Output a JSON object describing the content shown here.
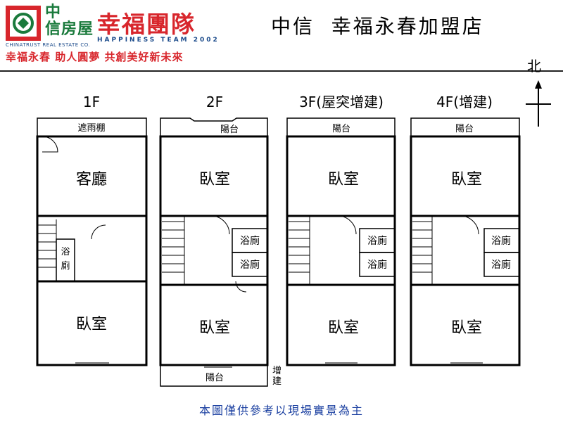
{
  "header": {
    "brand_cn": "中\n信房屋",
    "brand_en": "CHINATRUST REAL ESTATE CO.",
    "team_cn": "幸福團隊",
    "team_en": "HAPPINESS TEAM 2002",
    "slogan": "幸福永春 助人圓夢 共創美好新未來",
    "store_title": "中信  幸福永春加盟店"
  },
  "compass": {
    "label": "北"
  },
  "floors": [
    {
      "label": "1F",
      "rooms": {
        "top_porch": "遮雨棚",
        "top_room": "客廳",
        "bath1": "浴",
        "bath1b": "廁",
        "bottom_room": "臥室"
      }
    },
    {
      "label": "2F",
      "rooms": {
        "top_porch": "陽台",
        "top_room": "臥室",
        "bath1": "浴廁",
        "bath2": "浴廁",
        "bottom_room": "臥室",
        "bottom_porch": "陽台",
        "note": "增\n建"
      }
    },
    {
      "label": "3F(屋突增建)",
      "rooms": {
        "top_porch": "陽台",
        "top_room": "臥室",
        "bath1": "浴廁",
        "bath2": "浴廁",
        "bottom_room": "臥室"
      }
    },
    {
      "label": "4F(增建)",
      "rooms": {
        "top_porch": "陽台",
        "top_room": "臥室",
        "bath1": "浴廁",
        "bath2": "浴廁",
        "bottom_room": "臥室"
      }
    }
  ],
  "footer": {
    "note": "本圖僅供參考以現場實景為主"
  },
  "colors": {
    "brand_green": "#1a7a3c",
    "brand_red": "#d8262c",
    "brand_blue": "#1a4a8a",
    "footer_blue": "#1a3fa0"
  }
}
